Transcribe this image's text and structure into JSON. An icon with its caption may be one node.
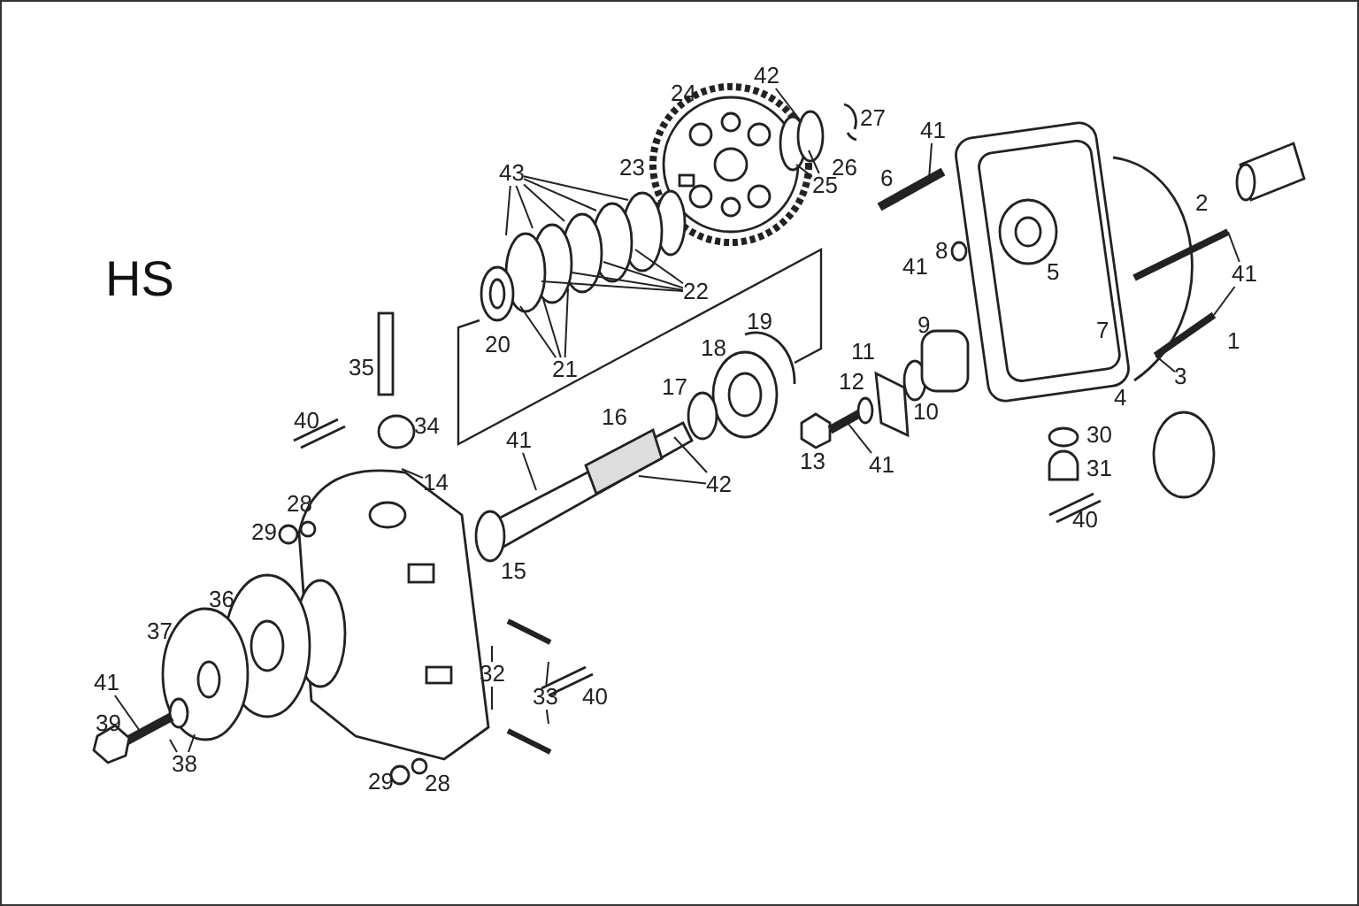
{
  "diagram": {
    "title": "HS",
    "nodes": [
      {
        "text": [
          "42"
        ]
      },
      {
        "text": [
          "25"
        ]
      },
      {
        "text": [
          "41"
        ]
      },
      {
        "text": [
          "43"
        ]
      },
      {
        "text": [
          "22"
        ]
      },
      {
        "text": [
          "21"
        ]
      },
      {
        "text": [
          "41"
        ]
      },
      {
        "text": [
          "3"
        ]
      },
      {
        "text": [
          "41"
        ]
      },
      {
        "text": [
          "42"
        ]
      },
      {
        "text": [
          "41"
        ]
      },
      {
        "text": [
          "14"
        ]
      },
      {
        "text": [
          "32"
        ]
      },
      {
        "text": [
          "33"
        ]
      },
      {
        "text": [
          "38"
        ]
      },
      {
        "text": [
          "41"
        ]
      }
    ],
    "edges": [
      {
        "from": 0,
        "to": null,
        "arrow": "none"
      },
      {
        "from": 1,
        "to": null,
        "arrow": "none"
      },
      {
        "from": 1,
        "to": null,
        "arrow": "none"
      },
      {
        "from": 2,
        "to": null,
        "arrow": "none"
      },
      {
        "from": 3,
        "to": null,
        "arrow": "none"
      },
      {
        "from": 3,
        "to": null,
        "arrow": "none"
      },
      {
        "from": 3,
        "to": null,
        "arrow": "none"
      },
      {
        "from": 3,
        "to": null,
        "arrow": "none"
      },
      {
        "from": 3,
        "to": null,
        "arrow": "none"
      },
      {
        "from": 4,
        "to": null,
        "arrow": "none"
      },
      {
        "from": 4,
        "to": null,
        "arrow": "none"
      },
      {
        "from": 4,
        "to": null,
        "arrow": "none"
      },
      {
        "from": 4,
        "to": null,
        "arrow": "none"
      },
      {
        "from": 5,
        "to": null,
        "arrow": "none"
      },
      {
        "from": 5,
        "to": null,
        "arrow": "none"
      },
      {
        "from": 5,
        "to": null,
        "arrow": "none"
      },
      {
        "from": 6,
        "to": null,
        "arrow": "none"
      },
      {
        "from": 6,
        "to": null,
        "arrow": "none"
      },
      {
        "from": 7,
        "to": null,
        "arrow": "none"
      },
      {
        "from": 8,
        "to": null,
        "arrow": "none"
      },
      {
        "from": 9,
        "to": null,
        "arrow": "none"
      },
      {
        "from": 9,
        "to": null,
        "arrow": "none"
      },
      {
        "from": 10,
        "to": null,
        "arrow": "none"
      },
      {
        "from": 11,
        "to": null,
        "arrow": "none"
      },
      {
        "from": 12,
        "to": null,
        "arrow": "none"
      },
      {
        "from": 12,
        "to": null,
        "arrow": "none"
      },
      {
        "from": 13,
        "to": null,
        "arrow": "none"
      },
      {
        "from": 13,
        "to": null,
        "arrow": "none"
      },
      {
        "from": 14,
        "to": null,
        "arrow": "none"
      },
      {
        "from": 14,
        "to": null,
        "arrow": "none"
      },
      {
        "from": 15,
        "to": null,
        "arrow": "none"
      }
    ],
    "labels": [
      "24",
      "27",
      "26",
      "23",
      "6",
      "2",
      "8",
      "5",
      "41",
      "20",
      "9",
      "7",
      "1",
      "19",
      "18",
      "11",
      "12",
      "17",
      "10",
      "35",
      "4",
      "34",
      "40",
      "13",
      "16",
      "30",
      "31",
      "28",
      "29",
      "40",
      "15",
      "36",
      "37",
      "39",
      "40",
      "29",
      "28"
    ]
  }
}
